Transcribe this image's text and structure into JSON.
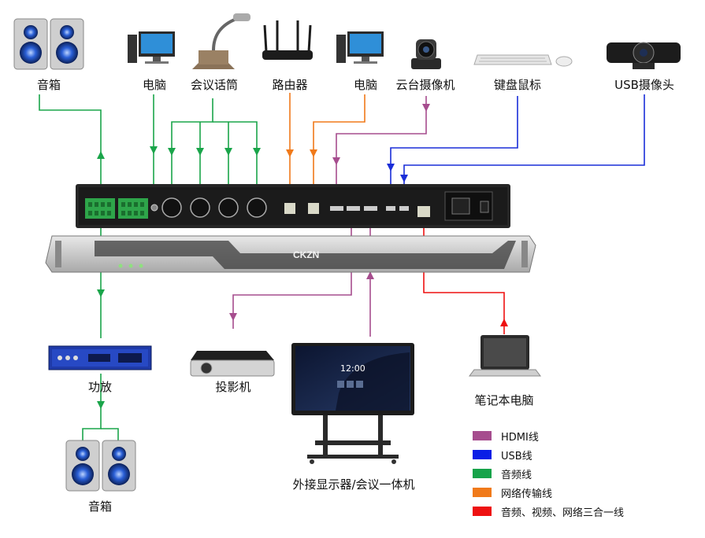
{
  "devices": {
    "speaker_top": "音箱",
    "pc_left": "电脑",
    "gooseneck_mic": "会议话筒",
    "router": "路由器",
    "pc_right": "电脑",
    "ptz_camera": "云台摄像机",
    "keyboard_mouse": "键盘鼠标",
    "usb_camera": "USB摄像头",
    "amplifier": "功放",
    "speaker_bottom": "音箱",
    "projector": "投影机",
    "display": "外接显示器/会议一体机",
    "laptop": "笔记本电脑"
  },
  "brand": "CKZN",
  "screen_time": "12:00",
  "legend": [
    {
      "label": "HDMI线",
      "color": "#a64d8e"
    },
    {
      "label": "USB线",
      "color": "#0a1ee6"
    },
    {
      "label": "音频线",
      "color": "#16a34a"
    },
    {
      "label": "网络传输线",
      "color": "#f07a1a"
    },
    {
      "label": "音频、视频、网络三合一线",
      "color": "#ee1111"
    }
  ],
  "colors": {
    "hdmi": "#a64d8e",
    "usb": "#1a2ed8",
    "audio": "#1aa54a",
    "network": "#f07a1a",
    "combo": "#ee1111"
  }
}
